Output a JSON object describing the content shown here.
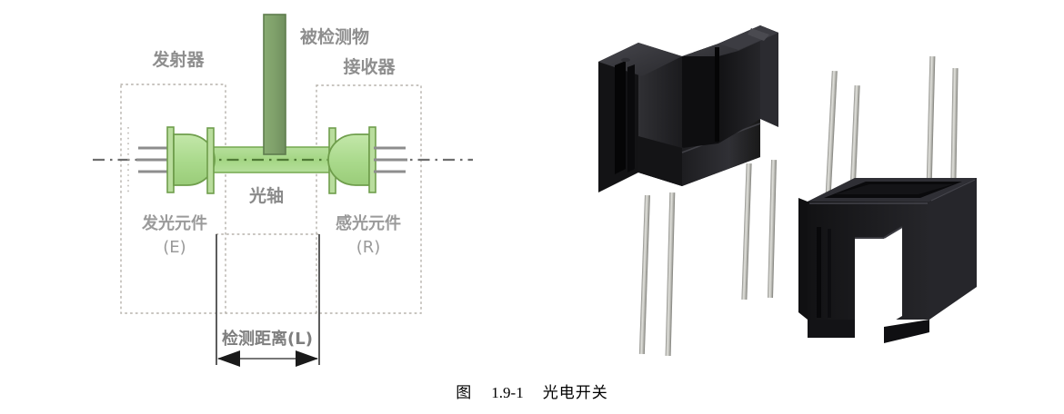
{
  "figure": {
    "caption_label": "图",
    "caption_number": "1.9-1",
    "caption_title": "光电开关",
    "caption_full": "图  1.9-1  光电开关"
  },
  "schematic": {
    "labels": {
      "emitter": "发射器",
      "receiver": "接收器",
      "target_object": "被检测物",
      "optical_axis": "光轴",
      "light_emitting_element": "发光元件",
      "light_emitting_element_code": "(E)",
      "light_sensing_element": "感光元件",
      "light_sensing_element_code": "(R)",
      "detection_distance": "检测距离(L)"
    },
    "colors": {
      "beam_fill": "#a9d98b",
      "beam_edge": "#74a84f",
      "object_fill": "#7fa06a",
      "object_edge": "#5c7a4b",
      "dotted_box": "#b9b5ae",
      "axis_line": "#6e6e6e",
      "text": "#8a8a8a",
      "dimension_line": "#4a4a4a",
      "baseline": "#c8c8c8",
      "lead_wire": "#8d8d8d"
    }
  },
  "photo": {
    "alt": "两个U型槽型光电开关元件照片",
    "components": [
      {
        "name": "slotted-optical-switch-front",
        "orientation": "upright",
        "pins": 4
      },
      {
        "name": "slotted-optical-switch-inverted",
        "orientation": "inverted",
        "pins": 4
      }
    ],
    "colors": {
      "body_dark": "#111113",
      "body_mid": "#232326",
      "body_light": "#36363a",
      "body_highlight": "#4a4a50",
      "pin_silver": "#c9c9c4",
      "pin_shade": "#8e8e89",
      "background": "#ffffff"
    }
  }
}
